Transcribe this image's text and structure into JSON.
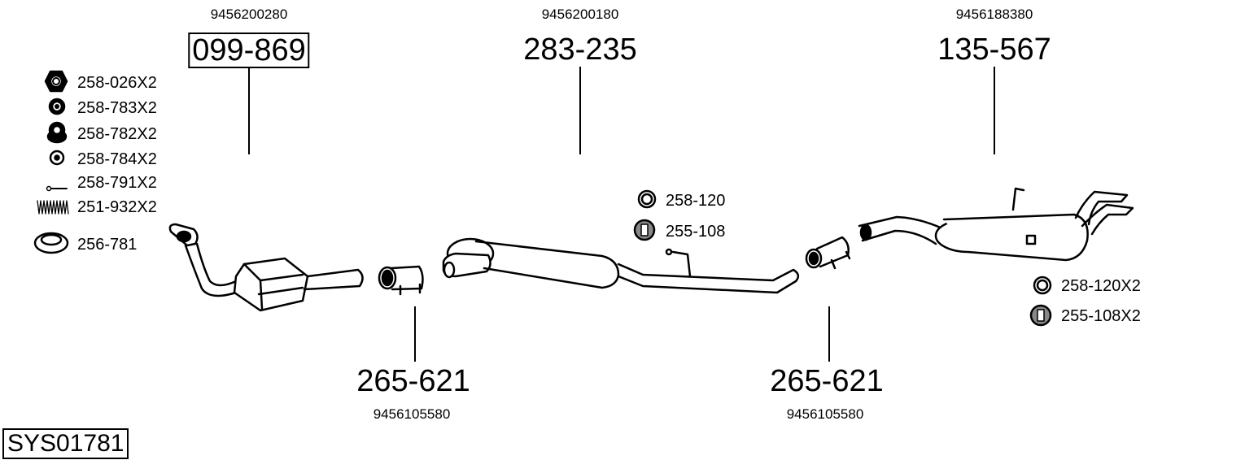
{
  "diagram_id": "SYS01781",
  "parts": [
    {
      "part_number": "099-869",
      "oem_number": "9456200280",
      "boxed": true,
      "component": "catalytic-converter-front-pipe"
    },
    {
      "part_number": "283-235",
      "oem_number": "9456200180",
      "boxed": false,
      "component": "middle-silencer"
    },
    {
      "part_number": "135-567",
      "oem_number": "9456188380",
      "boxed": false,
      "component": "rear-silencer"
    },
    {
      "part_number": "265-621",
      "oem_number": "9456105580",
      "boxed": false,
      "component": "pipe-connector-clamp-1"
    },
    {
      "part_number": "265-621",
      "oem_number": "9456105580",
      "boxed": false,
      "component": "pipe-connector-clamp-2"
    }
  ],
  "accessories_left": [
    {
      "label": "258-026X2",
      "icon": "hex-nut-icon"
    },
    {
      "label": "258-783X2",
      "icon": "washer-double-ring-icon"
    },
    {
      "label": "258-782X2",
      "icon": "stacked-washer-icon"
    },
    {
      "label": "258-784X2",
      "icon": "small-washer-icon"
    },
    {
      "label": "258-791X2",
      "icon": "bolt-icon"
    },
    {
      "label": "251-932X2",
      "icon": "spring-icon"
    },
    {
      "label": "256-781",
      "icon": "sealing-ring-icon"
    }
  ],
  "accessories_middle": [
    {
      "label": "258-120",
      "icon": "ring-icon"
    },
    {
      "label": "255-108",
      "icon": "rubber-mount-icon"
    }
  ],
  "accessories_rear": [
    {
      "label": "258-120X2",
      "icon": "ring-icon"
    },
    {
      "label": "255-108X2",
      "icon": "rubber-mount-icon"
    }
  ]
}
